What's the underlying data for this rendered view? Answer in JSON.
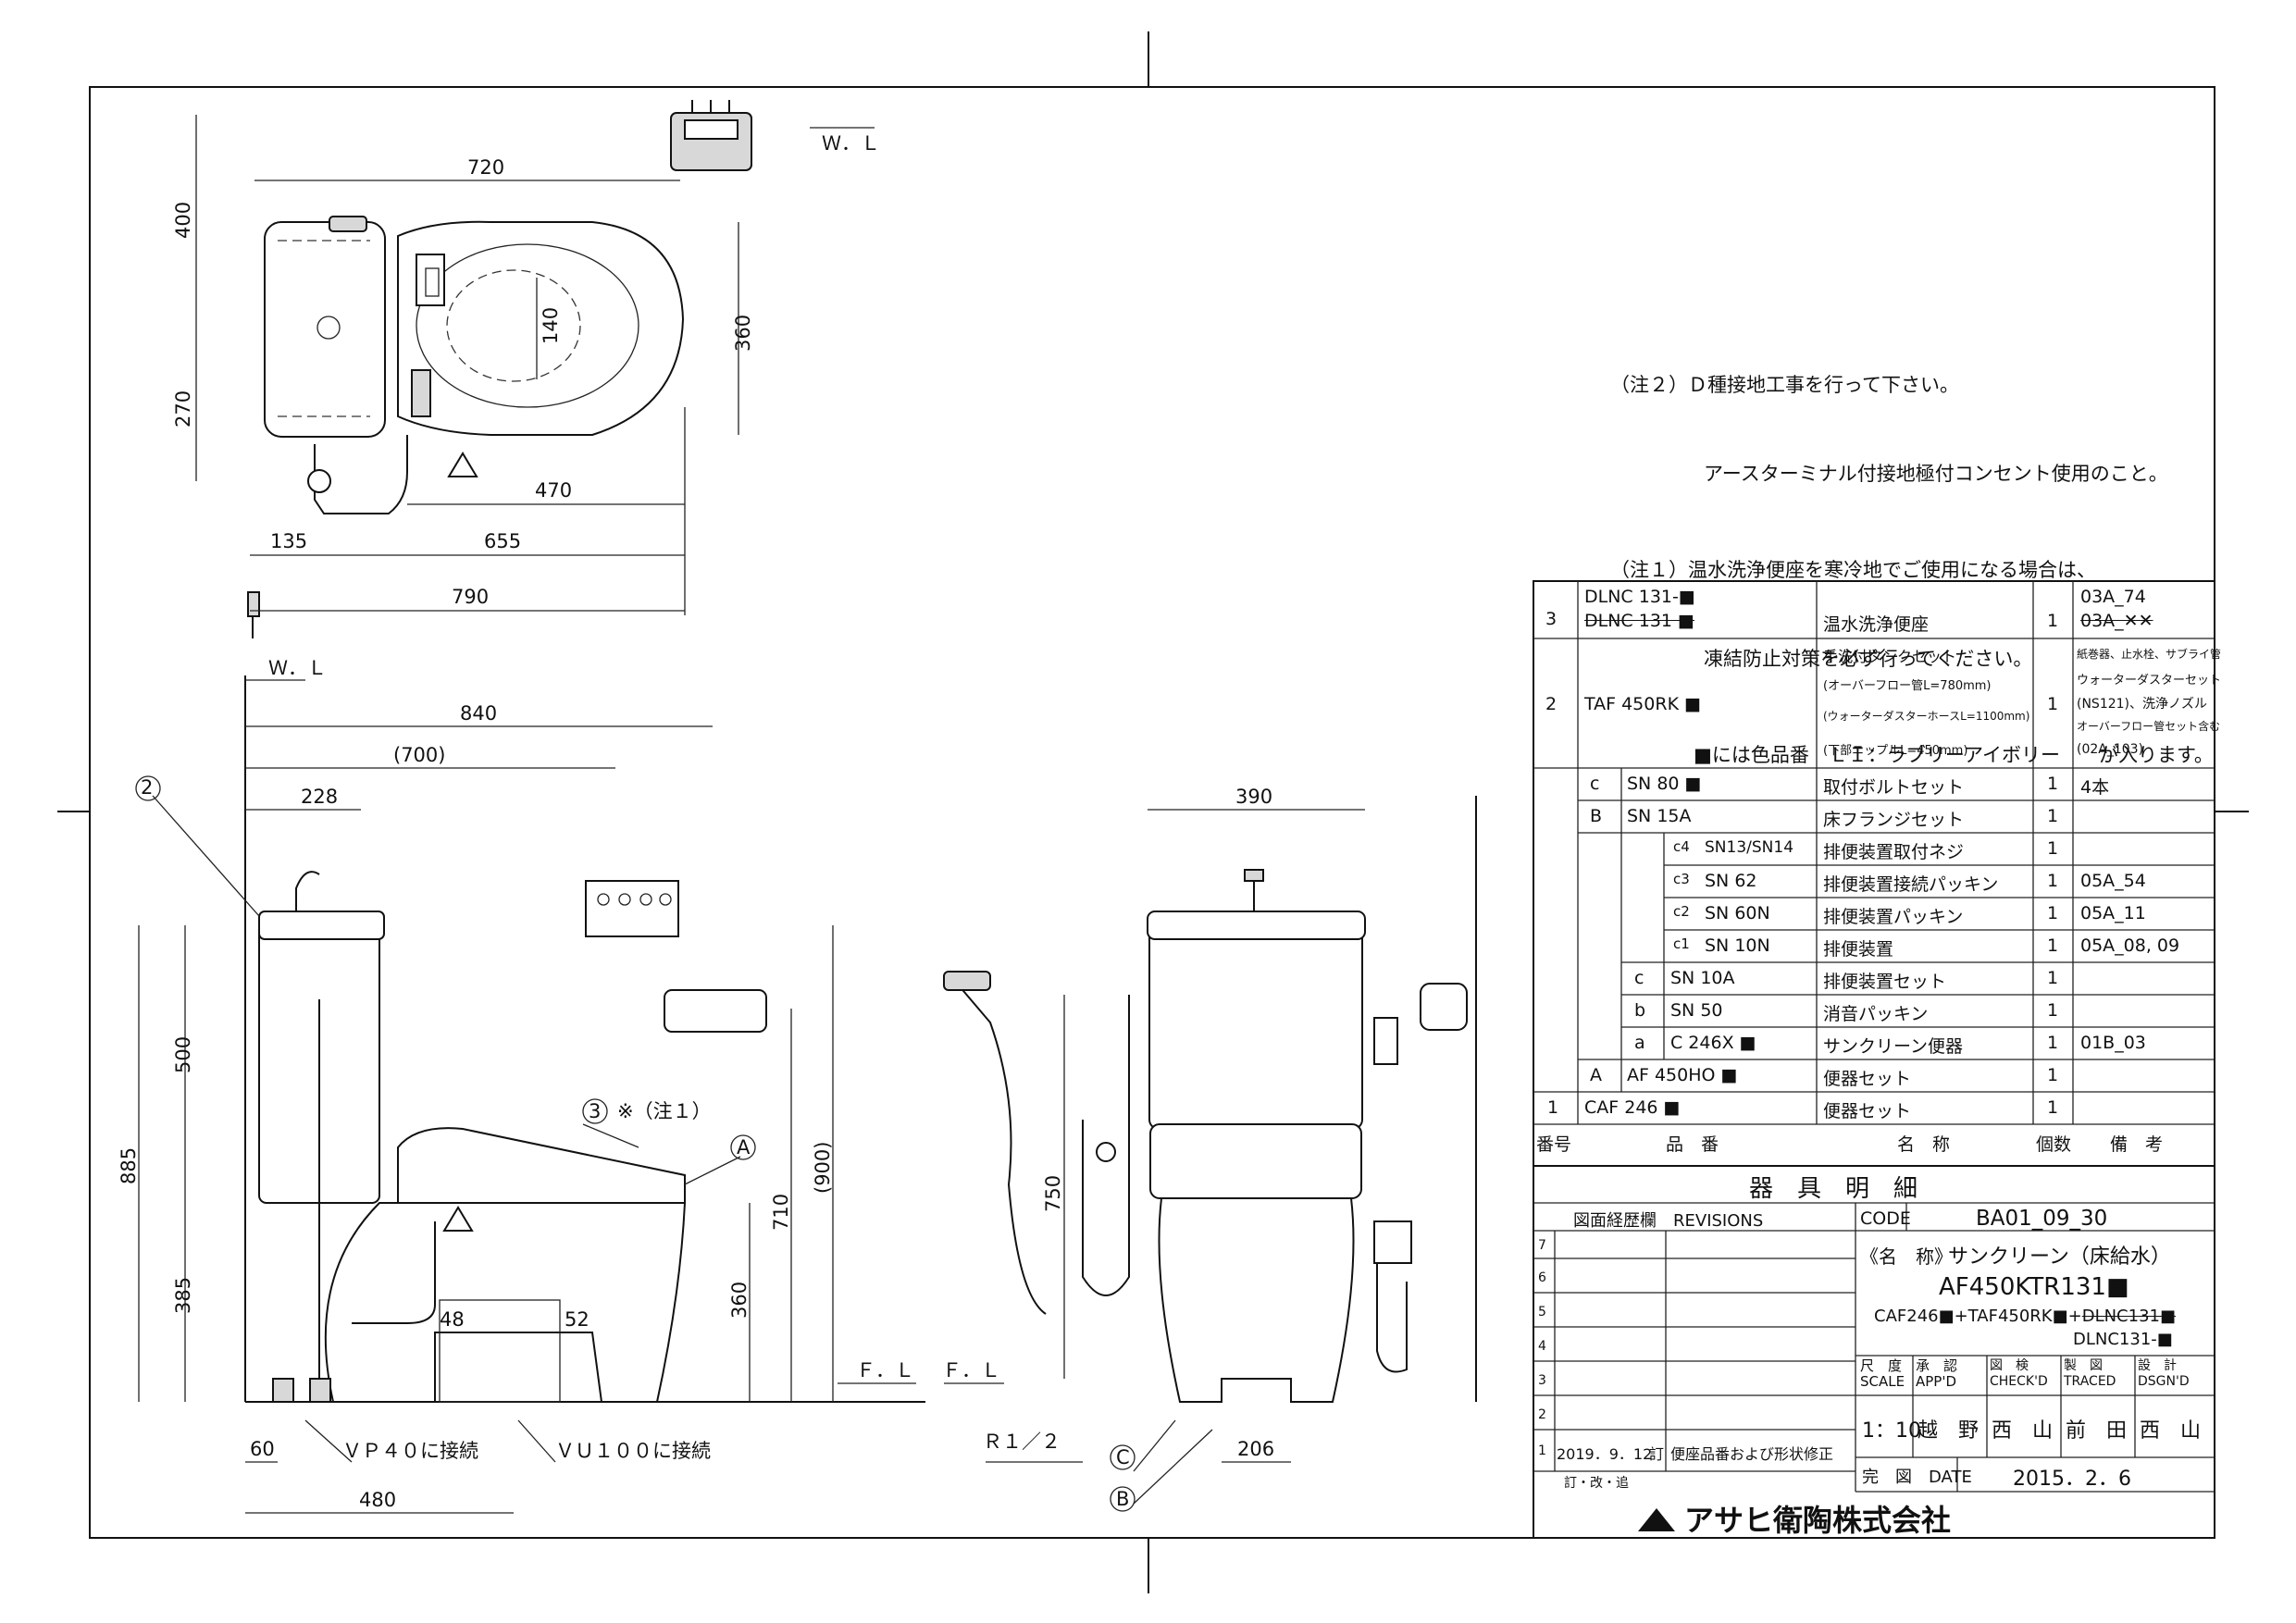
{
  "notes": {
    "note2_line1": "（注２）Ｄ種接地工事を行って下さい。",
    "note2_line2": "アースターミナル付接地極付コンセント使用のこと。",
    "note1_line1": "（注１）温水洗浄便座を寒冷地でご使用になる場合は、",
    "note1_line2": "凍結防止対策を必ず行ってください。",
    "color_note": "■には色品番　ＬＩ：ラブリーアイボリー　　が入ります。"
  },
  "plan_dims": {
    "d720": "720",
    "d400": "400",
    "d270": "270",
    "d360": "360",
    "d140": "140",
    "d470": "470",
    "d135": "135",
    "d655": "655",
    "d790": "790",
    "wl": "Ｗ．Ｌ"
  },
  "side_dims": {
    "wl": "Ｗ．Ｌ",
    "d840": "840",
    "d700": "(700)",
    "d228": "228",
    "d500": "500",
    "d885": "885",
    "d385": "385",
    "d900": "(900)",
    "d710": "710",
    "d360": "360",
    "d48": "48",
    "d52": "52",
    "d60": "60",
    "d480": "480",
    "fl1": "Ｆ．Ｌ",
    "fl2": "Ｆ．Ｌ",
    "note3": "※（注１）",
    "vp40": "ＶＰ４０に接続",
    "vu100": "ＶＵ１００に接続",
    "mark2": "2",
    "mark3": "3",
    "markA": "A"
  },
  "front_dims": {
    "d390": "390",
    "d750": "750",
    "d206": "206",
    "r12": "Ｒ１／２",
    "markC": "C",
    "markB": "B"
  },
  "bom": {
    "rows": [
      {
        "no": "3",
        "part": "DLNC 131-■",
        "part_struck": "DLNC 131 ■",
        "name": "温水洗浄便座",
        "qty": "1",
        "remark": "03A_74",
        "remark_struck": "03A_✕✕"
      },
      {
        "no": "2",
        "part": "TAF 450RK ■",
        "name_lines": [
          "手洗付タンクセット",
          "(オーバーフロー管L=780mm)",
          "(ウォーターダスターホースL=1100mm)",
          "(下部ニップルL=450mm)"
        ],
        "qty": "1",
        "remark_lines": [
          "紙巻器、止水栓、サブライ管",
          "ウォーターダスターセット",
          "(NS121)、洗浄ノズル",
          "オーバーフロー管セット含む",
          "(02A_103)"
        ]
      },
      {
        "mark": "c",
        "part": "SN 80 ■",
        "name": "取付ボルトセット",
        "qty": "1",
        "remark": "4本"
      },
      {
        "mark": "B",
        "part": "SN 15A",
        "name": "床フランジセット",
        "qty": "1",
        "remark": ""
      },
      {
        "mark": "c4",
        "part": "SN13/SN14",
        "name": "排便装置取付ネジ",
        "qty": "1",
        "remark": ""
      },
      {
        "mark": "c3",
        "part": "SN 62",
        "name": "排便装置接続パッキン",
        "qty": "1",
        "remark": "05A_54"
      },
      {
        "mark": "c2",
        "part": "SN 60N",
        "name": "排便装置パッキン",
        "qty": "1",
        "remark": "05A_11"
      },
      {
        "mark": "c1",
        "part": "SN 10N",
        "name": "排便装置",
        "qty": "1",
        "remark": "05A_08, 09"
      },
      {
        "mark": "c",
        "part": "SN 10A",
        "name": "排便装置セット",
        "qty": "1",
        "remark": ""
      },
      {
        "mark": "b",
        "part": "SN 50",
        "name": "消音パッキン",
        "qty": "1",
        "remark": ""
      },
      {
        "mark": "a",
        "part": "C 246X ■",
        "name": "サンクリーン便器",
        "qty": "1",
        "remark": "01B_03"
      },
      {
        "mark": "A",
        "part": "AF 450HO ■",
        "name": "便器セット",
        "qty": "1",
        "remark": ""
      },
      {
        "no": "1",
        "part": "CAF 246 ■",
        "name": "便器セット",
        "qty": "1",
        "remark": ""
      }
    ],
    "header": {
      "no": "番号",
      "part": "品　番",
      "name": "名　称",
      "qty": "個数",
      "remark": "備　考"
    },
    "title": "器　具　明　細"
  },
  "title_block": {
    "revisions_label": "図面経歴欄　REVISIONS",
    "code_label": "CODE",
    "code": "BA01_09_30",
    "name_label": "《名　称》",
    "name": "サンクリーン（床給水）",
    "model": "AF450KTR131■",
    "composition": "CAF246■+TAF450RK■+",
    "composition_struck": "DLNC131■",
    "composition_new": "DLNC131-■",
    "rev1_date": "2019．9．12",
    "rev1_type": "訂",
    "rev1_text": "便座品番および形状修正",
    "rev_footer": "訂・改・追",
    "scale_label": "尺　度\nSCALE",
    "approved_label": "承　認\nAPP'D",
    "checked_label": "図　検\nCHECK'D",
    "traced_label": "製　図\nTRACED",
    "designed_label": "設　計\nDSGN'D",
    "scale": "1：10",
    "approved": "越　野",
    "checked": "西　山",
    "traced": "前　田",
    "designed": "西　山",
    "completed_label": "完　図　DATE",
    "date": "2015．2．6",
    "company": "アサヒ衛陶株式会社",
    "rev_marks": [
      "7",
      "6",
      "5",
      "4",
      "3",
      "2",
      "1"
    ]
  }
}
